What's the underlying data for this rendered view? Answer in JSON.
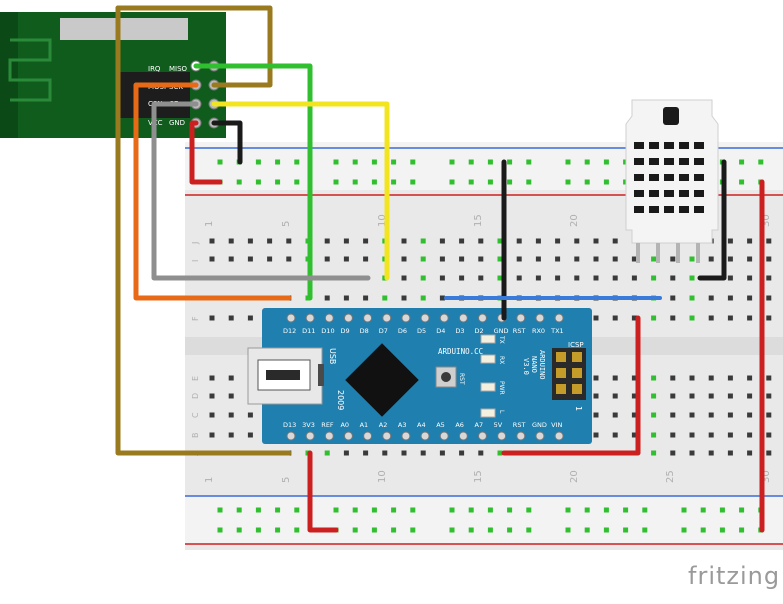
{
  "radio_module": {
    "pins": [
      "IRQ",
      "MISO",
      "MOSI",
      "SCK",
      "CSN",
      "CE",
      "VCC",
      "GND"
    ]
  },
  "arduino": {
    "name_lines": [
      "ARDUINO",
      "NANO",
      "V3.0"
    ],
    "brand": "ARDUINO.CC",
    "top_pins": [
      "D12",
      "D11",
      "D10",
      "D9",
      "D8",
      "D7",
      "D6",
      "D5",
      "D4",
      "D3",
      "D2",
      "GND",
      "RST",
      "RX0",
      "TX1"
    ],
    "bottom_pins": [
      "D13",
      "3V3",
      "REF",
      "A0",
      "A1",
      "A2",
      "A3",
      "A4",
      "A5",
      "A6",
      "A7",
      "5V",
      "RST",
      "GND",
      "VIN"
    ],
    "leds": [
      "TX",
      "RX",
      "PWR",
      "L"
    ],
    "reset_label": "RST",
    "icsp_label": "ICSP",
    "icsp_pin_label": "1",
    "usb_label": "USB",
    "year_label": "2009"
  },
  "breadboard": {
    "column_numbers": [
      "1",
      "5",
      "10",
      "15",
      "20",
      "25",
      "30"
    ],
    "row_letters_top": [
      "J",
      "I",
      "H",
      "G",
      "F"
    ],
    "row_letters_bottom": [
      "E",
      "D",
      "C",
      "B",
      "A"
    ]
  },
  "sensor": {},
  "colors": {
    "wire_brown": "#9a7a1e",
    "wire_green": "#2fbf2f",
    "wire_yellow": "#f2e51f",
    "wire_gray": "#8f8f8f",
    "wire_orange": "#e86a17",
    "wire_black": "#1a1a1a",
    "wire_red": "#cc1f1f",
    "wire_blue": "#3a7ad8",
    "board_blue": "#1f7fae",
    "pcb_green": "#0f5c1c"
  },
  "watermark": "fritzing"
}
